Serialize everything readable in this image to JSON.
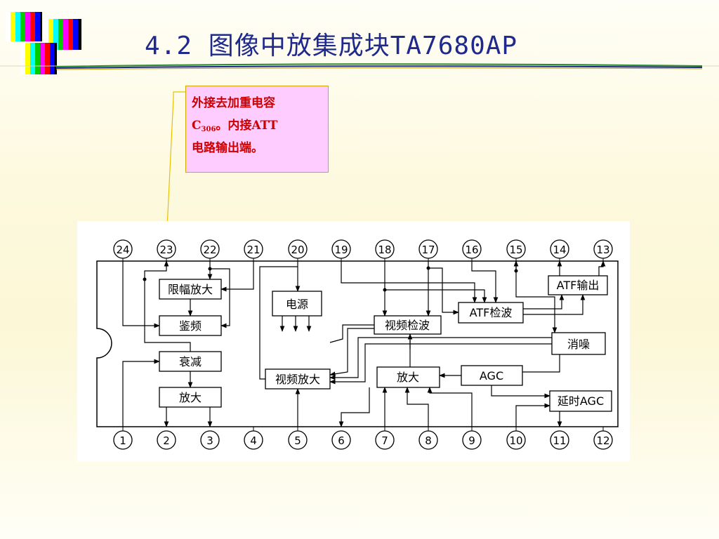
{
  "title": "4.2 图像中放集成块TA7680AP",
  "note": {
    "line1": "外接去加重电容",
    "line2_main": "C",
    "line2_sub": "306",
    "line2_rest": "。内接ATT",
    "line3": "电路输出端。",
    "bg_color": "#ffccff",
    "text_color": "#cc0000"
  },
  "colors": {
    "title": "#1f2a8c",
    "callout_line": "#e8c100"
  },
  "diagram": {
    "pins_top": [
      "24",
      "23",
      "22",
      "21",
      "20",
      "19",
      "18",
      "17",
      "16",
      "15",
      "14",
      "13"
    ],
    "pins_bottom": [
      "1",
      "2",
      "3",
      "4",
      "5",
      "6",
      "7",
      "8",
      "9",
      "10",
      "11",
      "12"
    ],
    "blocks": {
      "limiter": "限幅放大",
      "discriminator": "鉴频",
      "attenuator": "衰减",
      "amp_left": "放大",
      "power": "电源",
      "video_detector": "视频检波",
      "atf_detector": "ATF检波",
      "atf_output": "ATF输出",
      "noise_cancel": "消噪",
      "video_amp": "视频放大",
      "amp_mid": "放大",
      "agc": "AGC",
      "delay_agc": "延时AGC"
    }
  }
}
